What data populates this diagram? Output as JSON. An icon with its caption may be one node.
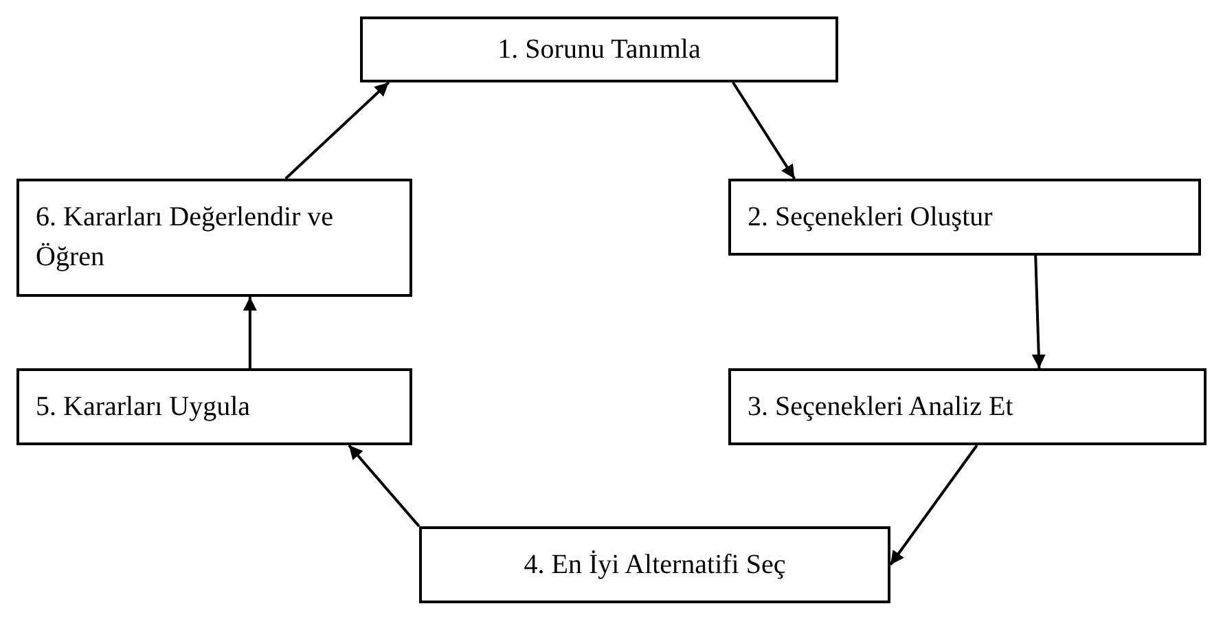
{
  "diagram": {
    "nodes": [
      {
        "text": [
          "1. Sorunu Tanımla"
        ]
      },
      {
        "text": [
          "2. Seçenekleri Oluştur"
        ]
      },
      {
        "text": [
          "3. Seçenekleri Analiz Et"
        ]
      },
      {
        "text": [
          "4. En İyi Alternatifi Seç"
        ]
      },
      {
        "text": [
          "5. Kararları Uygula"
        ]
      },
      {
        "text": [
          "6. Kararları Değerlendir ve Öğren"
        ]
      }
    ],
    "edges": [
      {
        "from": 0,
        "to": 1,
        "arrow": "to"
      },
      {
        "from": 1,
        "to": 2,
        "arrow": "to"
      },
      {
        "from": 2,
        "to": 3,
        "arrow": "to"
      },
      {
        "from": 3,
        "to": 4,
        "arrow": "to"
      },
      {
        "from": 4,
        "to": 5,
        "arrow": "to"
      },
      {
        "from": 5,
        "to": 0,
        "arrow": "to"
      }
    ]
  }
}
